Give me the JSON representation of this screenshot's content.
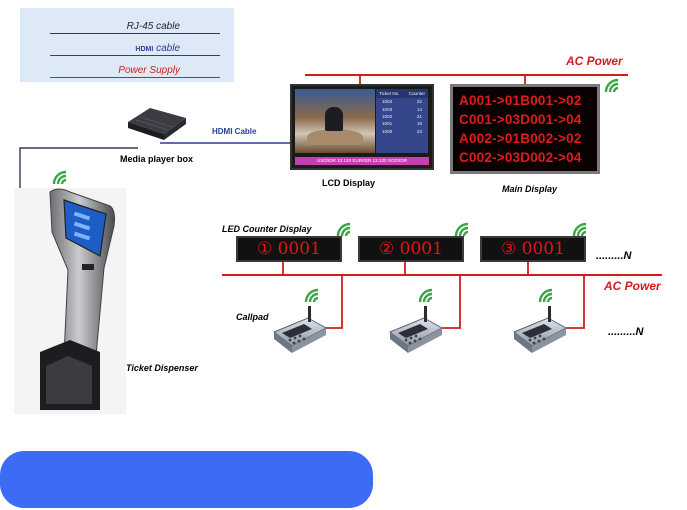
{
  "legend": {
    "rj45": "RJ-45 cable",
    "hdmi_prefix": "HDMI",
    "hdmi_suffix": "cable",
    "power": "Power Supply"
  },
  "colors": {
    "rj45_line": "#2f3b52",
    "hdmi_line": "#2b3f8a",
    "power_line": "#d21d1d",
    "led_red": "#e31616",
    "wifi_green": "#3aa64a",
    "bar_blue": "#3d6cf4"
  },
  "labels": {
    "media_player": "Media player box",
    "hdmi_cable": "HDMI Cable",
    "lcd_display": "LCD Display",
    "main_display": "Main Display",
    "led_counter_display": "LED Counter Display",
    "callpad": "Callpad",
    "ticket_dispenser": "Ticket Dispenser",
    "ac_power_top": "AC Power",
    "ac_power_bottom": "AC Power",
    "more_counters": ".........N",
    "more_callpads": ".........N"
  },
  "lcd": {
    "table_header_ticket": "Ticket No.",
    "table_header_counter": "Counter",
    "rows": [
      {
        "ticket": "1004",
        "counter": "22"
      },
      {
        "ticket": "1003",
        "counter": "14"
      },
      {
        "ticket": "1002",
        "counter": "21"
      },
      {
        "ticket": "1001",
        "counter": "18"
      },
      {
        "ticket": "1000",
        "counter": "23"
      }
    ],
    "ticker": "USD/IDR 13.120  EUR/IDR 13.120  SGD/IDR"
  },
  "main_display": {
    "lines": [
      "A001->01B001->02",
      "C001->03D001->04",
      "A002->01B002->02",
      "C002->03D002->04"
    ]
  },
  "counters": [
    {
      "display": "① 0001"
    },
    {
      "display": "② 0001"
    },
    {
      "display": "③ 0001"
    }
  ]
}
